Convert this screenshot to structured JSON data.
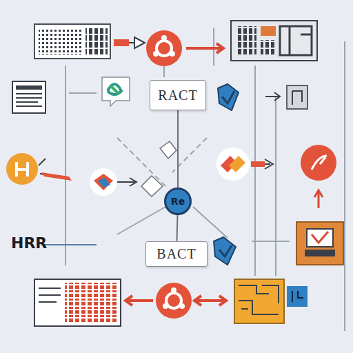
{
  "diagram": {
    "nodes": [
      {
        "text": [
          "RACT"
        ]
      },
      {
        "text": [
          "Re"
        ]
      },
      {
        "text": [
          "BACT"
        ]
      }
    ],
    "edges": [
      {
        "from": 1,
        "to": 0,
        "arrow": "none"
      },
      {
        "from": 1,
        "to": 2,
        "arrow": "none"
      }
    ],
    "labels": [
      "HRR"
    ]
  }
}
